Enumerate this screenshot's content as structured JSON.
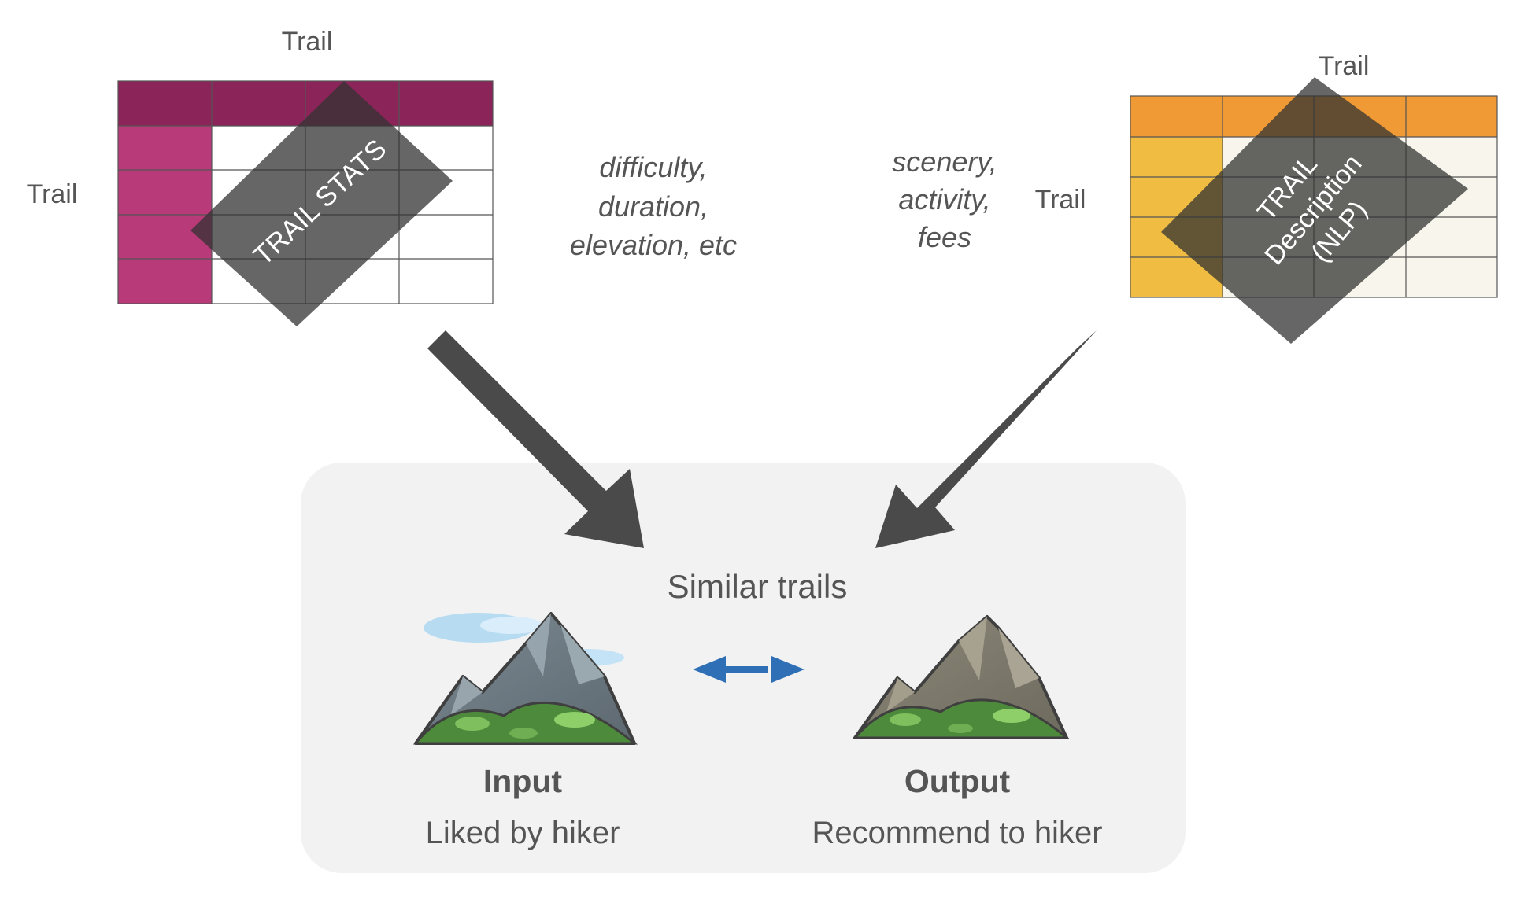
{
  "stats_table": {
    "top_label": "Trail",
    "left_label": "Trail",
    "overlay_label": "TRAIL STATS",
    "header_color": "#8b2459",
    "side_color": "#b93a78"
  },
  "stats_features": [
    "difficulty,",
    "duration,",
    "elevation, etc"
  ],
  "description_table": {
    "top_label": "Trail",
    "left_label": "Trail",
    "overlay_lines": [
      "TRAIL",
      "Description",
      "(NLP)"
    ],
    "header_color": "#f09a35",
    "side_color": "#f0bd42",
    "cell_color": "#f8f6ec"
  },
  "description_features": [
    "scenery,",
    "activity,",
    "fees"
  ],
  "result_panel": {
    "title": "Similar trails",
    "input": {
      "heading": "Input",
      "caption": "Liked by hiker",
      "icon": "mountain-icon"
    },
    "output": {
      "heading": "Output",
      "caption": "Recommend to hiker",
      "icon": "mountain-icon"
    },
    "link_icon": "double-arrow-icon",
    "panel_color": "#f2f2f2",
    "arrow_color": "#2e6fb5"
  },
  "flow_arrow_color": "#4a4a4a"
}
